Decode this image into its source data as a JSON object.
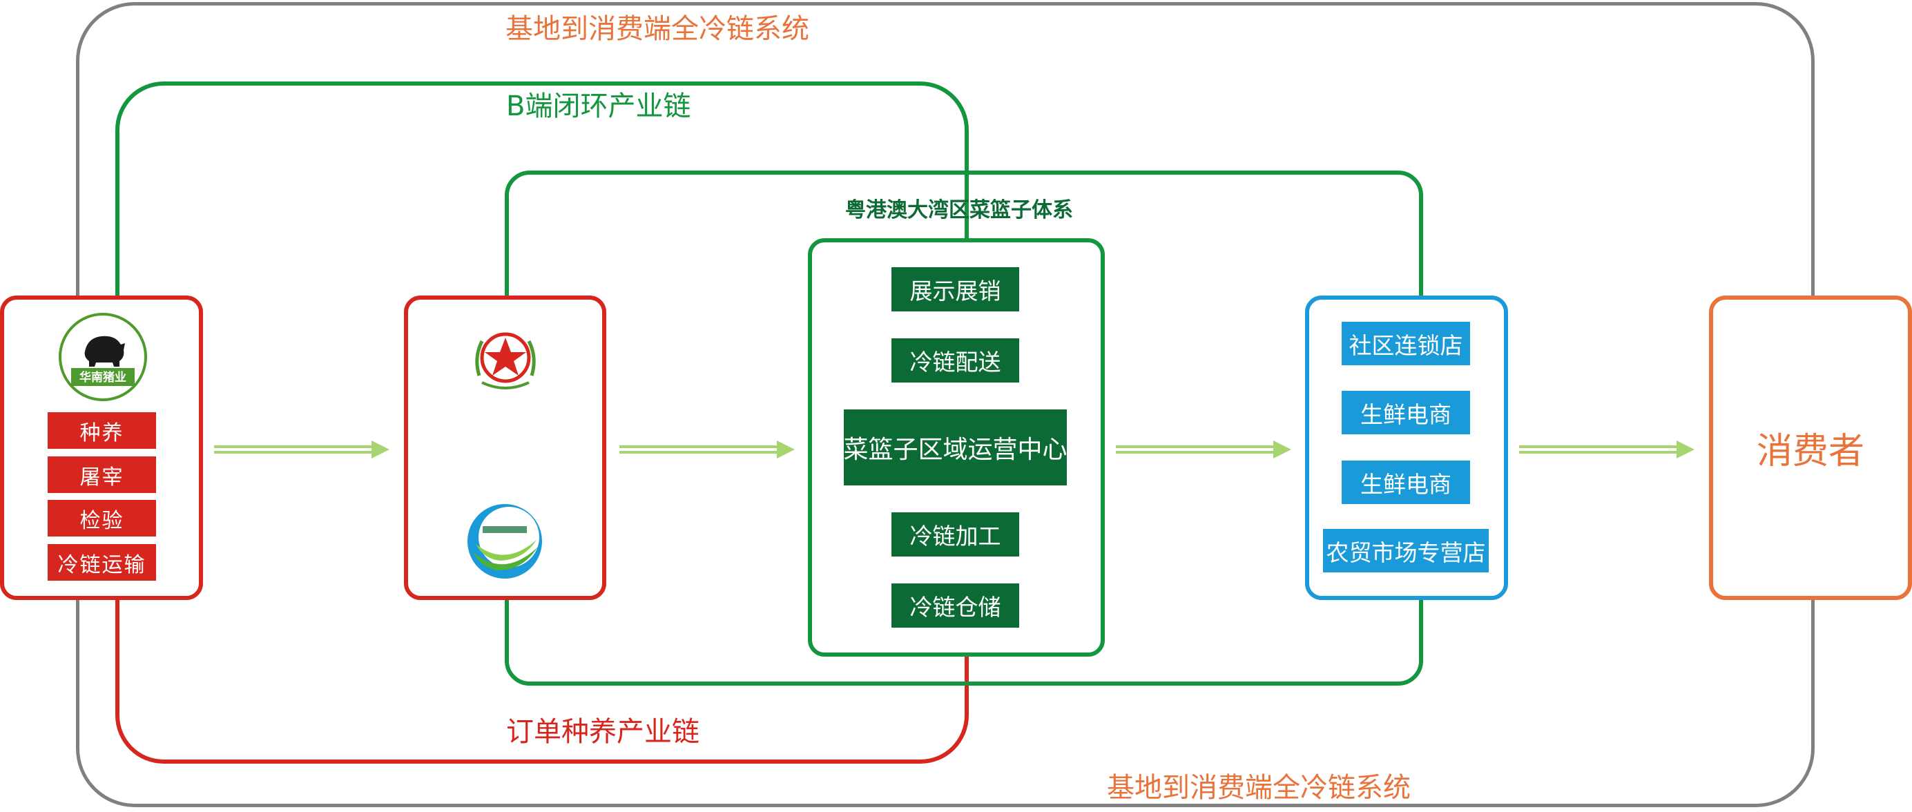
{
  "outer_system": {
    "label_top": "基地到消费端全冷链系统",
    "label_bottom": "基地到消费端全冷链系统"
  },
  "b_chain": {
    "label": "B端闭环产业链"
  },
  "order_chain": {
    "label": "订单种养产业链"
  },
  "bay_area": {
    "title": "粤港澳大湾区菜篮子体系"
  },
  "producer": {
    "logo_text": "华南猪业",
    "steps": [
      "种养",
      "屠宰",
      "检验",
      "冷链运输"
    ]
  },
  "center": {
    "items": [
      "展示展销",
      "冷链配送",
      "菜篮子区域运营中心",
      "冷链加工",
      "冷链仓储"
    ]
  },
  "retail": {
    "items": [
      "社区连锁店",
      "生鲜电商",
      "生鲜电商",
      "农贸市场专营店"
    ]
  },
  "consumer": {
    "label": "消费者"
  },
  "colors": {
    "gray_frame": "#808080",
    "green": "#14963f",
    "red": "#d7261e",
    "blue": "#1a9ad8",
    "orange": "#e8743b",
    "dark_green": "#0c6a35",
    "arrow": "#a8d46f"
  }
}
